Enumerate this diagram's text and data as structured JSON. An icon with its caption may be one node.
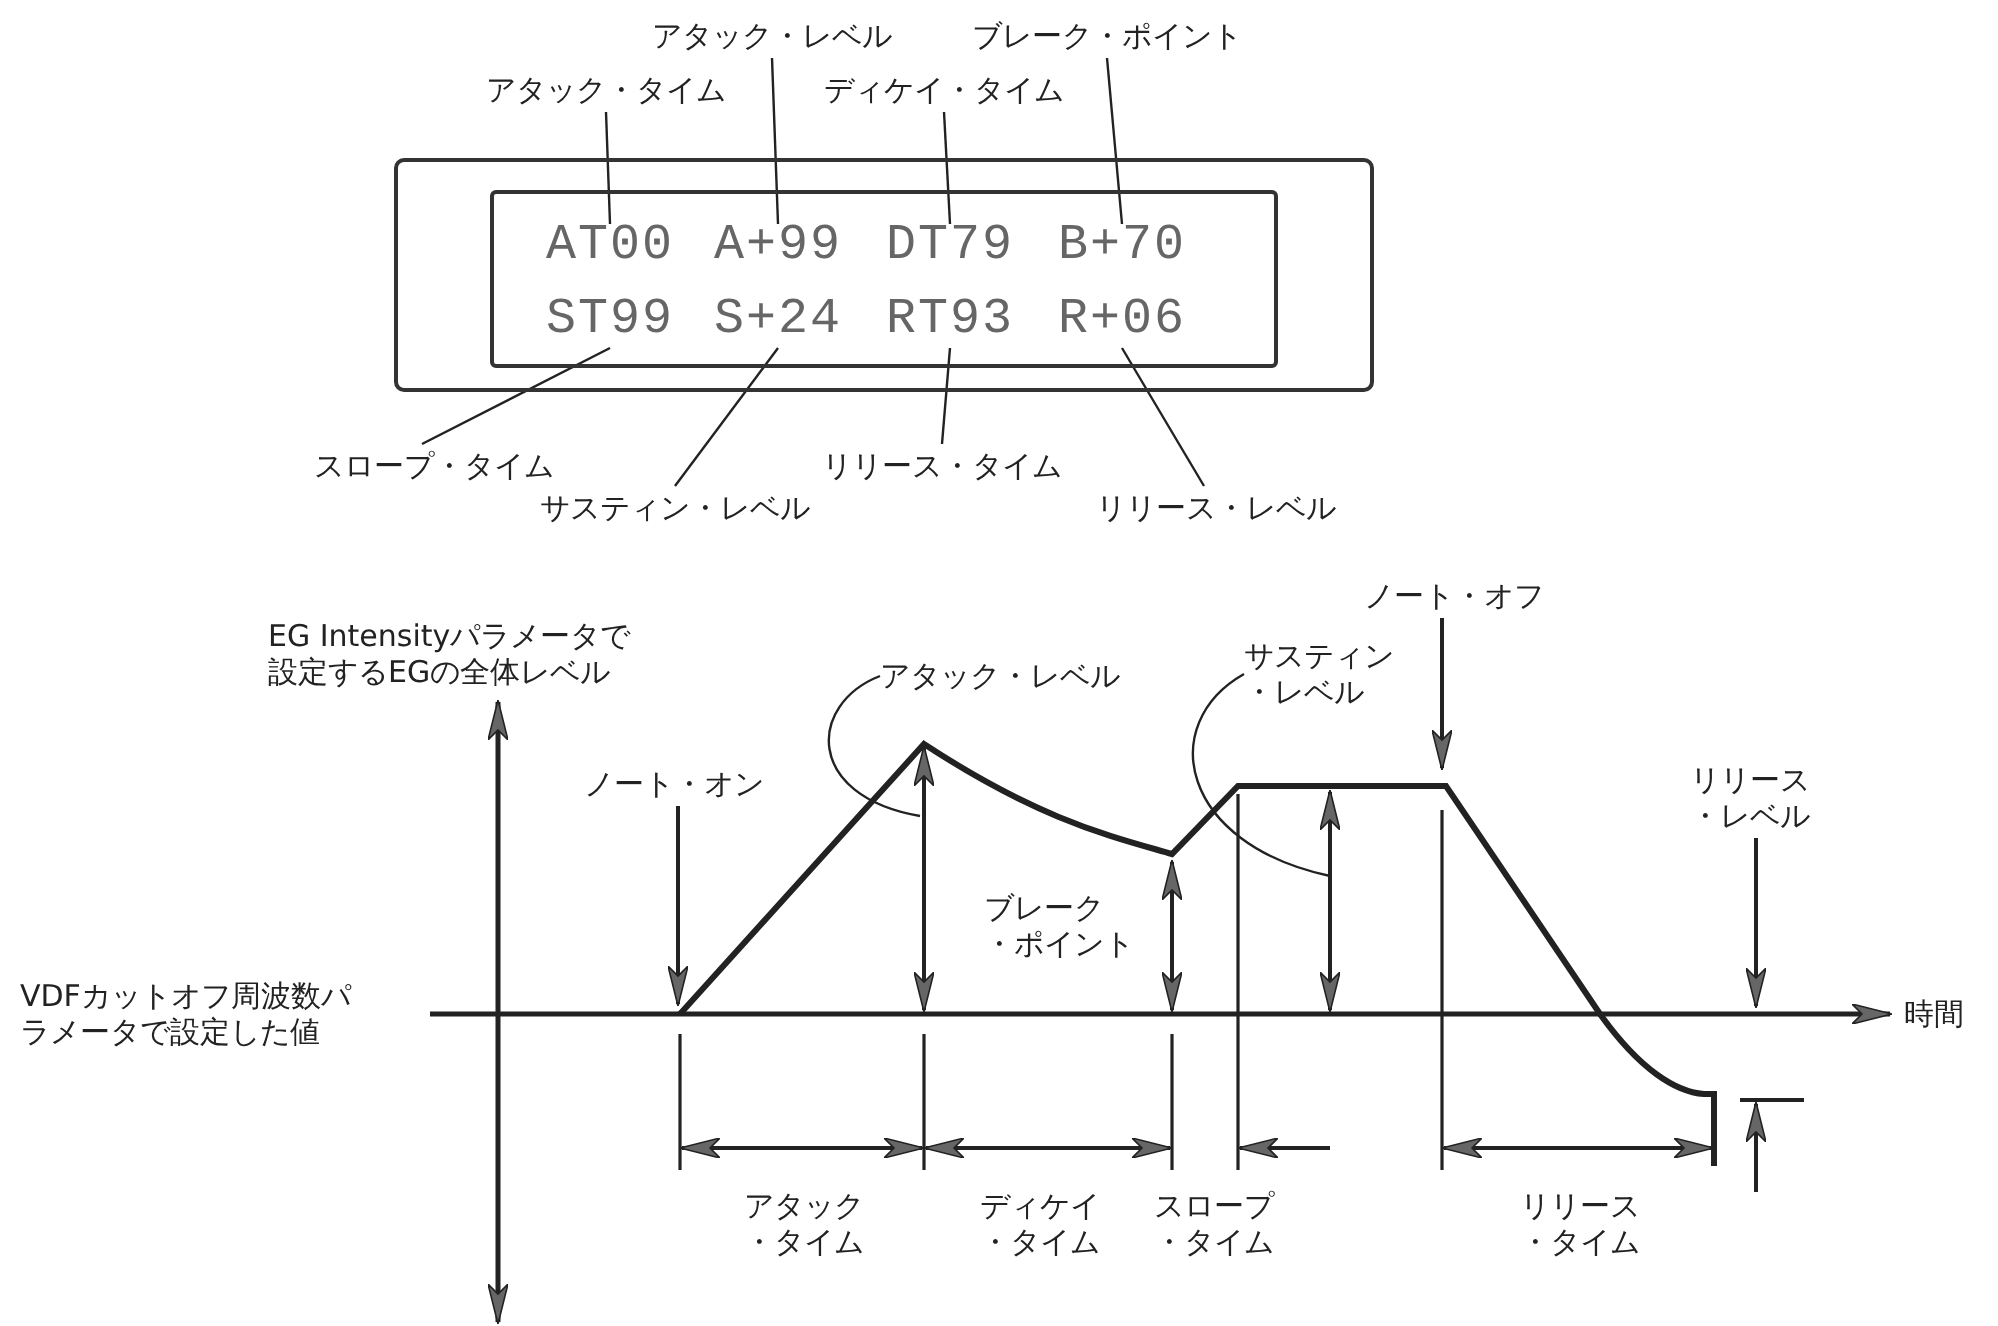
{
  "diagram": {
    "nodes": [
      {
        "text": [],
        "shape": "box"
      },
      {
        "text": [],
        "shape": "box",
        "in": 0
      },
      {
        "text": [
          "AT00"
        ],
        "in": 1
      },
      {
        "text": [
          "A+99"
        ],
        "in": 1
      },
      {
        "text": [
          "DT79"
        ],
        "in": 1
      },
      {
        "text": [
          "B+70"
        ],
        "in": 1
      },
      {
        "text": [
          "ST99"
        ],
        "in": 1
      },
      {
        "text": [
          "S+24"
        ],
        "in": 1
      },
      {
        "text": [
          "RT93"
        ],
        "in": 1
      },
      {
        "text": [
          "R+06"
        ],
        "in": 1
      },
      {
        "text": [
          "アタック・タイム"
        ]
      },
      {
        "text": [
          "アタック・レベル"
        ]
      },
      {
        "text": [
          "ディケイ・タイム"
        ]
      },
      {
        "text": [
          "ブレーク・ポイント"
        ]
      },
      {
        "text": [
          "スロープ・タイム"
        ]
      },
      {
        "text": [
          "サスティン・レベル"
        ]
      },
      {
        "text": [
          "リリース・タイム"
        ]
      },
      {
        "text": [
          "リリース・レベル"
        ]
      },
      {
        "text": [
          "ノート・オン"
        ]
      },
      {
        "text": [
          "アタック・レベル"
        ]
      },
      {
        "text": [
          "サスティン・レベル"
        ]
      },
      {
        "text": [
          "ノート・オフ"
        ]
      },
      {
        "text": [
          "リリース・レベル"
        ]
      }
    ],
    "edges": [
      {
        "from": 10,
        "to": 2,
        "arrow": "none"
      },
      {
        "from": 11,
        "to": 3,
        "arrow": "none"
      },
      {
        "from": 12,
        "to": 4,
        "arrow": "none"
      },
      {
        "from": 13,
        "to": 5,
        "arrow": "none"
      },
      {
        "from": 14,
        "to": 6,
        "arrow": "none"
      },
      {
        "from": 15,
        "to": 7,
        "arrow": "none"
      },
      {
        "from": 16,
        "to": 8,
        "arrow": "none"
      },
      {
        "from": 17,
        "to": 9,
        "arrow": "none"
      },
      {
        "from": 18,
        "to": null,
        "arrow": "to"
      },
      {
        "from": 19,
        "to": null,
        "arrow": "none"
      },
      {
        "from": 20,
        "to": null,
        "arrow": "none"
      },
      {
        "from": 21,
        "to": null,
        "arrow": "to"
      },
      {
        "from": 22,
        "to": null,
        "arrow": "to"
      }
    ],
    "labels": [
      "EG Intensityパラメータで設定するEGの全体レベル",
      "VDFカットオフ周波数パラメータで設定した値",
      "時間",
      "ブレーク・ポイント",
      "アタック・タイム",
      "ディケイ・タイム",
      "スロープ・タイム",
      "リリース・タイム"
    ]
  }
}
